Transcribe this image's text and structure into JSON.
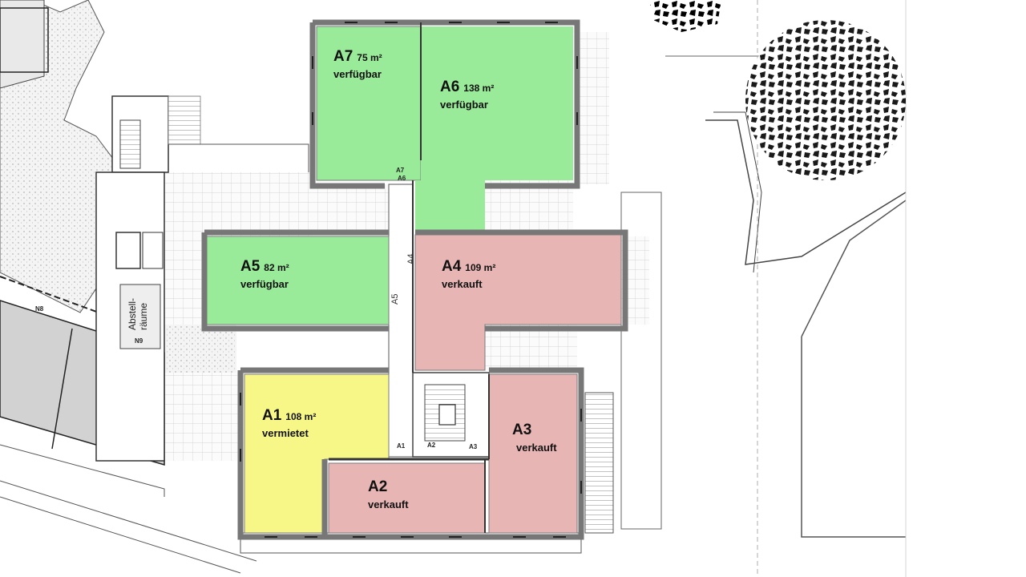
{
  "colors": {
    "available": "#99ea99",
    "sold": "#e8b5b5",
    "rented": "#f7f788",
    "wall": "#7a7a7a",
    "line": "#333333"
  },
  "units": [
    {
      "id": "A7",
      "area": "75 m²",
      "status": "verfügbar",
      "state": "available"
    },
    {
      "id": "A6",
      "area": "138 m²",
      "status": "verfügbar",
      "state": "available"
    },
    {
      "id": "A5",
      "area": "82 m²",
      "status": "verfügbar",
      "state": "available"
    },
    {
      "id": "A4",
      "area": "109 m²",
      "status": "verkauft",
      "state": "sold"
    },
    {
      "id": "A1",
      "area": "108 m²",
      "status": "vermietet",
      "state": "rented"
    },
    {
      "id": "A2",
      "area": "",
      "status": "verkauft",
      "state": "sold"
    },
    {
      "id": "A3",
      "area": "",
      "status": "verkauft",
      "state": "sold"
    }
  ],
  "doors": {
    "a1": "A1",
    "a2": "A2",
    "a3": "A3",
    "a4": "A4",
    "a5": "A5",
    "a6": "A6",
    "a7": "A7"
  },
  "exits": {
    "n8": "N8",
    "n9": "N9"
  },
  "storage": {
    "line1": "Abstell-",
    "line2": "räume"
  }
}
